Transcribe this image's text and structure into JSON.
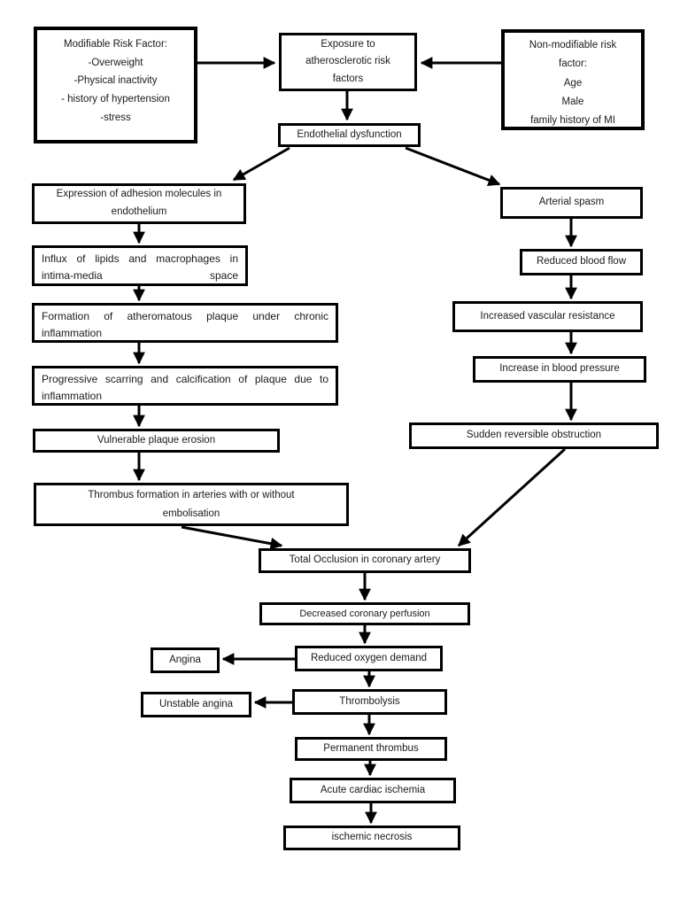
{
  "diagram": {
    "description": "Flowchart of myocardial infarction pathophysiology",
    "colors": {
      "box_border": "#000000",
      "box_background": "#ffffff",
      "arrow": "#000000",
      "page_background": "#ffffff",
      "text": "#1a1a1a"
    },
    "nodes": {
      "modifiable": {
        "lines": [
          "Modifiable Risk Factor:",
          "-Overweight",
          "-Physical inactivity",
          "- history of hypertension",
          "-stress"
        ]
      },
      "exposure": {
        "lines": [
          "Exposure to",
          "atherosclerotic risk",
          "factors"
        ]
      },
      "nonmodifiable": {
        "lines": [
          "Non-modifiable risk",
          "factor:",
          "Age",
          "Male",
          "family history of MI"
        ]
      },
      "endothelial": {
        "text": "Endothelial dysfunction"
      },
      "adhesion": {
        "lines": [
          "Expression of adhesion molecules in",
          "endothelium"
        ]
      },
      "influx": {
        "text": "Influx of lipids and macrophages in intima-media space"
      },
      "formation": {
        "text": "Formation of atheromatous plaque under chronic inflammation"
      },
      "scarring": {
        "text": "Progressive scarring and calcification of plaque due to inflammation"
      },
      "erosion": {
        "text": "Vulnerable plaque erosion"
      },
      "thrombus_formation": {
        "lines": [
          "Thrombus formation in arteries with or without",
          "embolisation"
        ]
      },
      "spasm": {
        "text": "Arterial spasm"
      },
      "reduced_flow": {
        "text": "Reduced blood flow"
      },
      "vascular_resistance": {
        "text": "Increased vascular resistance"
      },
      "blood_pressure": {
        "text": "Increase in blood pressure"
      },
      "obstruction": {
        "text": "Sudden reversible obstruction"
      },
      "occlusion": {
        "text": "Total Occlusion in coronary artery"
      },
      "perfusion": {
        "text": "Decreased coronary perfusion"
      },
      "oxygen_demand": {
        "text": "Reduced oxygen demand"
      },
      "angina": {
        "text": "Angina"
      },
      "thrombolysis": {
        "text": "Thrombolysis"
      },
      "unstable_angina": {
        "text": "Unstable angina"
      },
      "permanent_thrombus": {
        "text": "Permanent thrombus"
      },
      "ischemia": {
        "text": "Acute cardiac ischemia"
      },
      "necrosis": {
        "text": "ischemic necrosis"
      }
    },
    "edges": [
      {
        "from": "modifiable",
        "to": "exposure"
      },
      {
        "from": "nonmodifiable",
        "to": "exposure"
      },
      {
        "from": "exposure",
        "to": "endothelial"
      },
      {
        "from": "endothelial",
        "to": "adhesion"
      },
      {
        "from": "endothelial",
        "to": "spasm"
      },
      {
        "from": "adhesion",
        "to": "influx"
      },
      {
        "from": "influx",
        "to": "formation"
      },
      {
        "from": "formation",
        "to": "scarring"
      },
      {
        "from": "scarring",
        "to": "erosion"
      },
      {
        "from": "erosion",
        "to": "thrombus_formation"
      },
      {
        "from": "thrombus_formation",
        "to": "occlusion"
      },
      {
        "from": "spasm",
        "to": "reduced_flow"
      },
      {
        "from": "reduced_flow",
        "to": "vascular_resistance"
      },
      {
        "from": "vascular_resistance",
        "to": "blood_pressure"
      },
      {
        "from": "blood_pressure",
        "to": "obstruction"
      },
      {
        "from": "obstruction",
        "to": "occlusion"
      },
      {
        "from": "occlusion",
        "to": "perfusion"
      },
      {
        "from": "perfusion",
        "to": "oxygen_demand"
      },
      {
        "from": "oxygen_demand",
        "to": "angina"
      },
      {
        "from": "oxygen_demand",
        "to": "thrombolysis"
      },
      {
        "from": "thrombolysis",
        "to": "unstable_angina"
      },
      {
        "from": "thrombolysis",
        "to": "permanent_thrombus"
      },
      {
        "from": "permanent_thrombus",
        "to": "ischemia"
      },
      {
        "from": "ischemia",
        "to": "necrosis"
      }
    ]
  }
}
